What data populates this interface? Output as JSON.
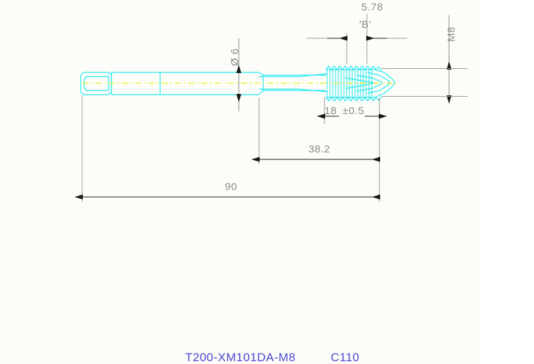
{
  "drawing": {
    "type": "engineering-part-drawing",
    "background_color": "#fcfdf8",
    "part_color": "#22e8f0",
    "centerline_color": "#f2f24a",
    "dimension_color": "#8a8a8a",
    "title_color": "#4a4ad2",
    "part_description": "Spiral point machine tap with square drive shank"
  },
  "dimensions": {
    "overall_length": "90",
    "thread_to_shoulder": "38.2",
    "thread_length": "18",
    "thread_length_tolerance": "±0.5",
    "pitch_label": "5.78",
    "chamfer_label": "'B'",
    "shank_diameter": "Ø 6",
    "thread_size": "M8"
  },
  "title_block": {
    "part_number": "T200-XM101DA-M8",
    "material_code": "C110"
  }
}
